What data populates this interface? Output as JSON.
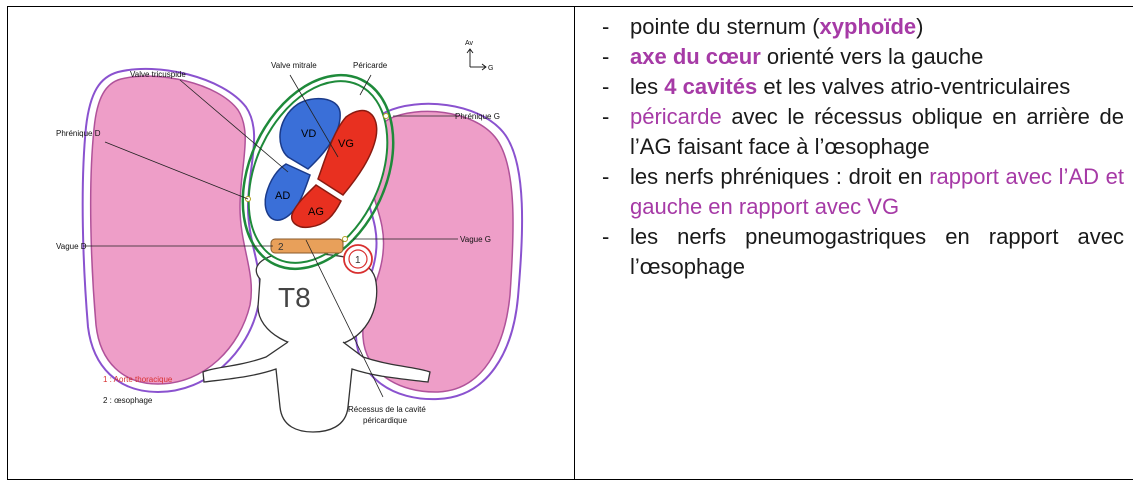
{
  "figure": {
    "labels": {
      "valve_tricuspid": "Valve tricuspide",
      "valve_mitral": "Valve mitrale",
      "pericardium": "Péricarde",
      "phrenic_right": "Phrénique D",
      "phrenic_left": "Phrénique G",
      "vagus_right": "Vague D",
      "vagus_left": "Vague G",
      "orientation_up": "Av",
      "orientation_right": "G",
      "vd": "VD",
      "vg": "VG",
      "ad": "AD",
      "ag": "AG",
      "vertebra": "T8",
      "aorta_num": "1",
      "esoph_num": "2",
      "legend_aorta": "1 : Aorte thoracique",
      "legend_esophagus": "2 : œsophage",
      "recess_line1": "Récessus de la cavité",
      "recess_line2": "péricardique"
    },
    "colors": {
      "lung": "#ee9ec8",
      "lung_outline": "#8a52cf",
      "pericardium": "#1e8a3a",
      "right_heart": "#3a6fd8",
      "left_heart": "#e83020",
      "esophagus": "#e8a05a",
      "aorta": "#d83030"
    }
  },
  "list": {
    "items": [
      {
        "dash": "-",
        "parts": [
          {
            "t": "pointe du sternum ("
          },
          {
            "t": "xyphoïde",
            "style": "purple bold"
          },
          {
            "t": ")"
          }
        ]
      },
      {
        "dash": "-",
        "parts": [
          {
            "t": "axe du cœur",
            "style": "purple bold"
          },
          {
            "t": " orienté vers la gauche"
          }
        ]
      },
      {
        "dash": "-",
        "parts": [
          {
            "t": "les "
          },
          {
            "t": "4 cavités",
            "style": "purple bold"
          },
          {
            "t": " et les valves atrio-ventriculaires"
          }
        ]
      },
      {
        "dash": "-",
        "parts": [
          {
            "t": "péricarde",
            "style": "purple"
          },
          {
            "t": " avec le récessus oblique en arrière de l’AG faisant face à l’œsophage"
          }
        ]
      },
      {
        "dash": "-",
        "parts": [
          {
            "t": "les nerfs phréniques : droit en "
          },
          {
            "t": "rapport avec l’AD et gauche en rapport avec VG",
            "style": "purple"
          }
        ]
      },
      {
        "dash": "-",
        "parts": [
          {
            "t": "les nerfs pneumogastriques en rapport avec l’œsophage"
          }
        ]
      }
    ]
  }
}
